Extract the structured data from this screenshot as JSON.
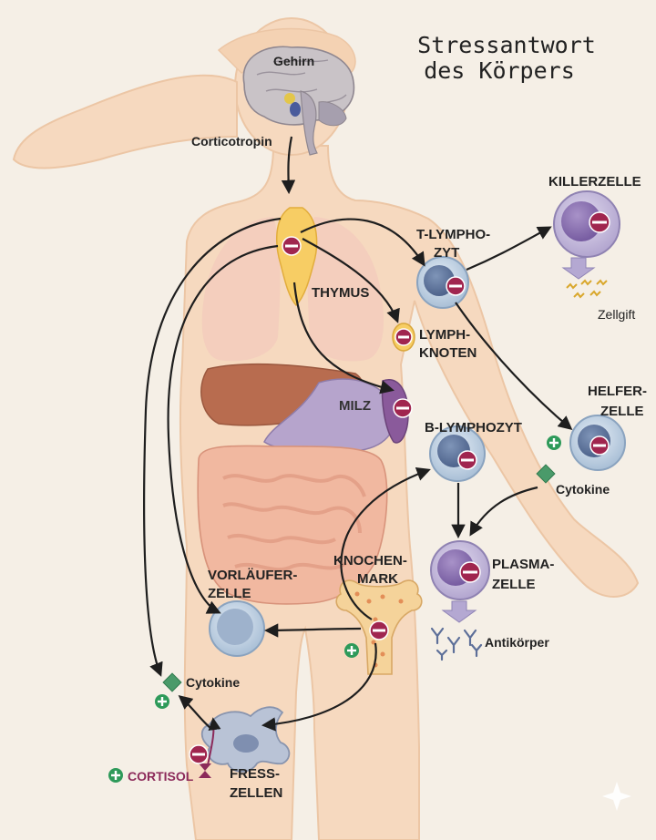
{
  "title": {
    "line1": "Stressantwort",
    "line2": "des Körpers"
  },
  "labels": {
    "gehirn": "Gehirn",
    "corticotropin": "Corticotropin",
    "thymus": "THYMUS",
    "lymph_1": "LYMPH-",
    "lymph_2": "KNOTEN",
    "milz": "MILZ",
    "t_lympho_1": "T-LYMPHO-",
    "t_lympho_2": "ZYT",
    "killerzelle": "KILLERZELLE",
    "zellgift": "Zellgift",
    "helfer_1": "HELFER-",
    "helfer_2": "ZELLE",
    "cytokine_right": "Cytokine",
    "b_lymphozyt": "B-LYMPHOZYT",
    "plasma_1": "PLASMA-",
    "plasma_2": "ZELLE",
    "antikoerper": "Antikörper",
    "knochen_1": "KNOCHEN-",
    "knochen_2": "MARK",
    "vorlaeufer_1": "VORLÄUFER-",
    "vorlaeufer_2": "ZELLE",
    "cytokine_left": "Cytokine",
    "cortisol": "CORTISOL",
    "fress_1": "FRESS-",
    "fress_2": "ZELLEN"
  },
  "colors": {
    "background": "#f5efe6",
    "skin": "#f6d9bf",
    "minus_badge": "#a0264f",
    "plus_badge": "#2e9a5a",
    "cortisol_text": "#8c2a5a"
  }
}
